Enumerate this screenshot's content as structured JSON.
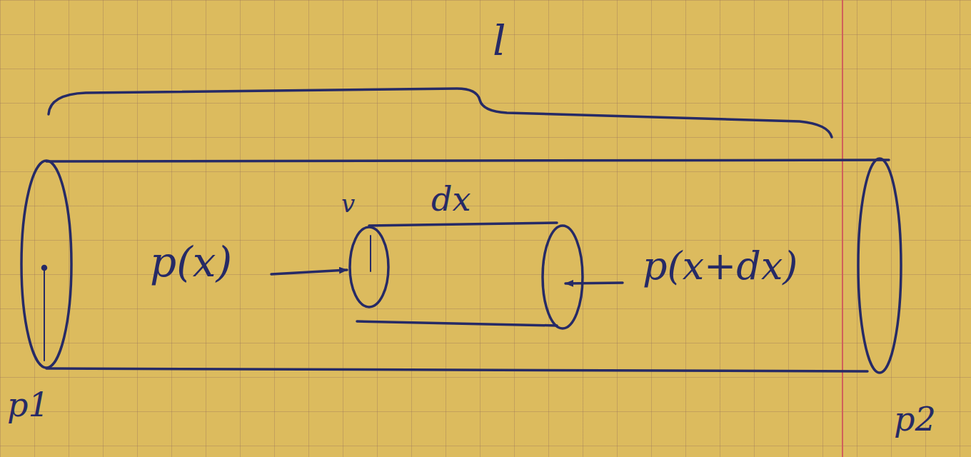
{
  "diagram": {
    "labels": [
      "l",
      "v",
      "dx",
      "p(x)",
      "p(x+dx)",
      "p1",
      "p2"
    ]
  }
}
